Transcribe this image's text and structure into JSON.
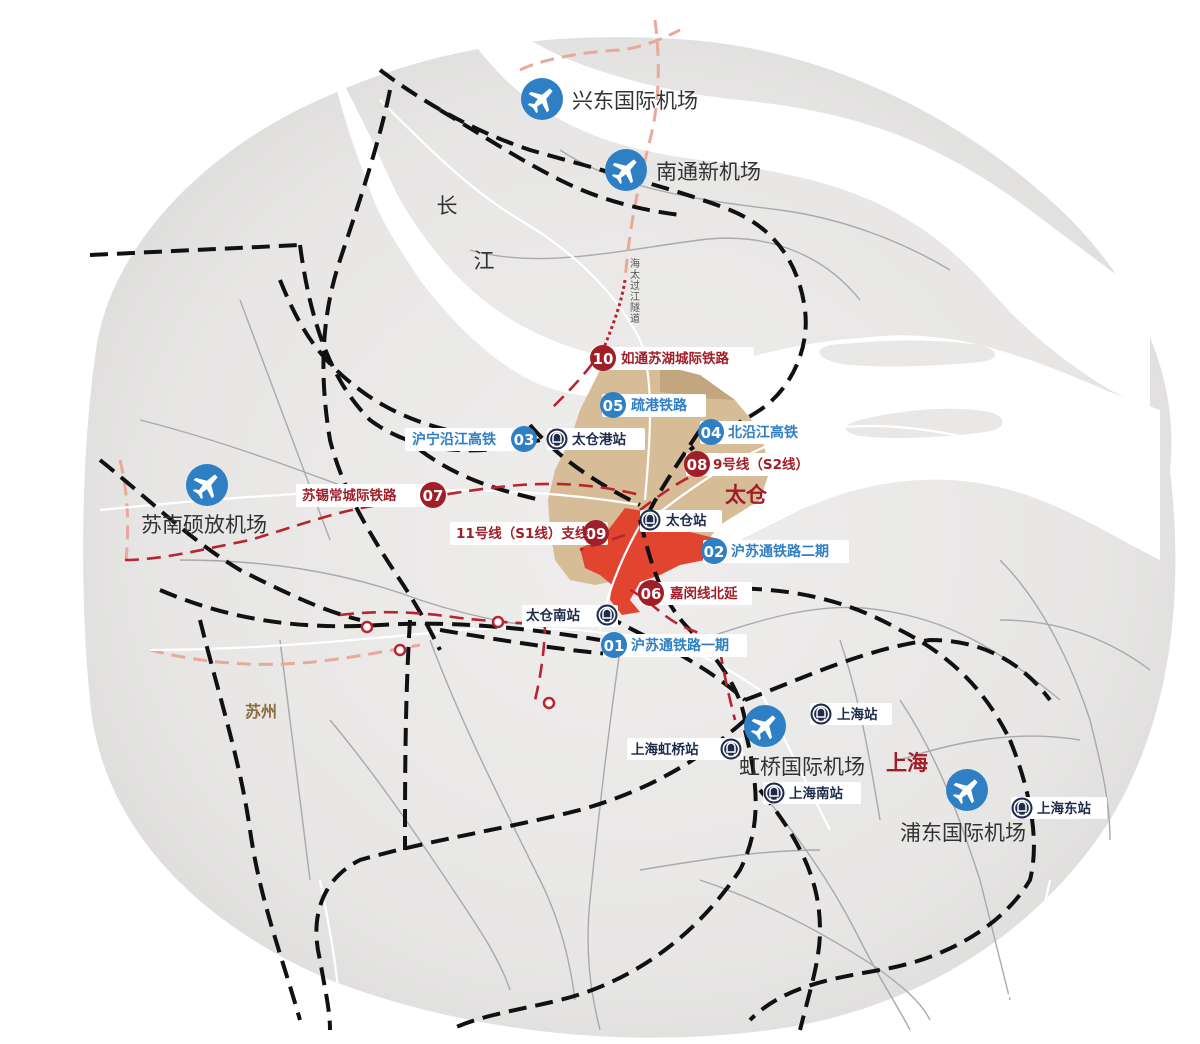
{
  "river": {
    "chars": [
      "长",
      "江"
    ]
  },
  "tunnel": {
    "label": "海太过江隧道"
  },
  "cities": {
    "taicang": "太仓",
    "shanghai": "上海",
    "suzhou": "苏州"
  },
  "airports": [
    {
      "id": "xingdong",
      "name": "兴东国际机场"
    },
    {
      "id": "nantong",
      "name": "南通新机场"
    },
    {
      "id": "sunan",
      "name": "苏南硕放机场"
    },
    {
      "id": "hongqiao",
      "name": "虹桥国际机场"
    },
    {
      "id": "pudong",
      "name": "浦东国际机场"
    }
  ],
  "stations": [
    {
      "id": "taicang-port",
      "name": "太仓港站"
    },
    {
      "id": "taicang",
      "name": "太仓站"
    },
    {
      "id": "taicang-south",
      "name": "太仓南站"
    },
    {
      "id": "shanghai",
      "name": "上海站"
    },
    {
      "id": "hongqiao",
      "name": "上海虹桥站"
    },
    {
      "id": "shanghai-south",
      "name": "上海南站"
    },
    {
      "id": "shanghai-east",
      "name": "上海东站"
    }
  ],
  "lines": [
    {
      "num": "01",
      "name": "沪苏通铁路一期",
      "color": "#2f7fc4"
    },
    {
      "num": "02",
      "name": "沪苏通铁路二期",
      "color": "#2f7fc4"
    },
    {
      "num": "03",
      "name": "沪宁沿江高铁",
      "color": "#2f7fc4"
    },
    {
      "num": "04",
      "name": "北沿江高铁",
      "color": "#2f7fc4"
    },
    {
      "num": "05",
      "name": "疏港铁路",
      "color": "#2f7fc4"
    },
    {
      "num": "06",
      "name": "嘉闵线北延",
      "color": "#a01e28"
    },
    {
      "num": "07",
      "name": "苏锡常城际铁路",
      "color": "#a01e28"
    },
    {
      "num": "08",
      "name": "9号线（S2线）",
      "color": "#a01e28"
    },
    {
      "num": "09",
      "name": "11号线（S1线）支线",
      "color": "#a01e28"
    },
    {
      "num": "10",
      "name": "如通苏湖城际铁路",
      "color": "#a01e28"
    }
  ],
  "colors": {
    "land": "#e9e8e7",
    "river": "#ffffff",
    "taicang_region": "#d7bd97",
    "taicang_core": "#e2452f",
    "blue_accent": "#2f7fc4",
    "red_accent": "#a01e28",
    "station_dark": "#1f2d4d"
  }
}
